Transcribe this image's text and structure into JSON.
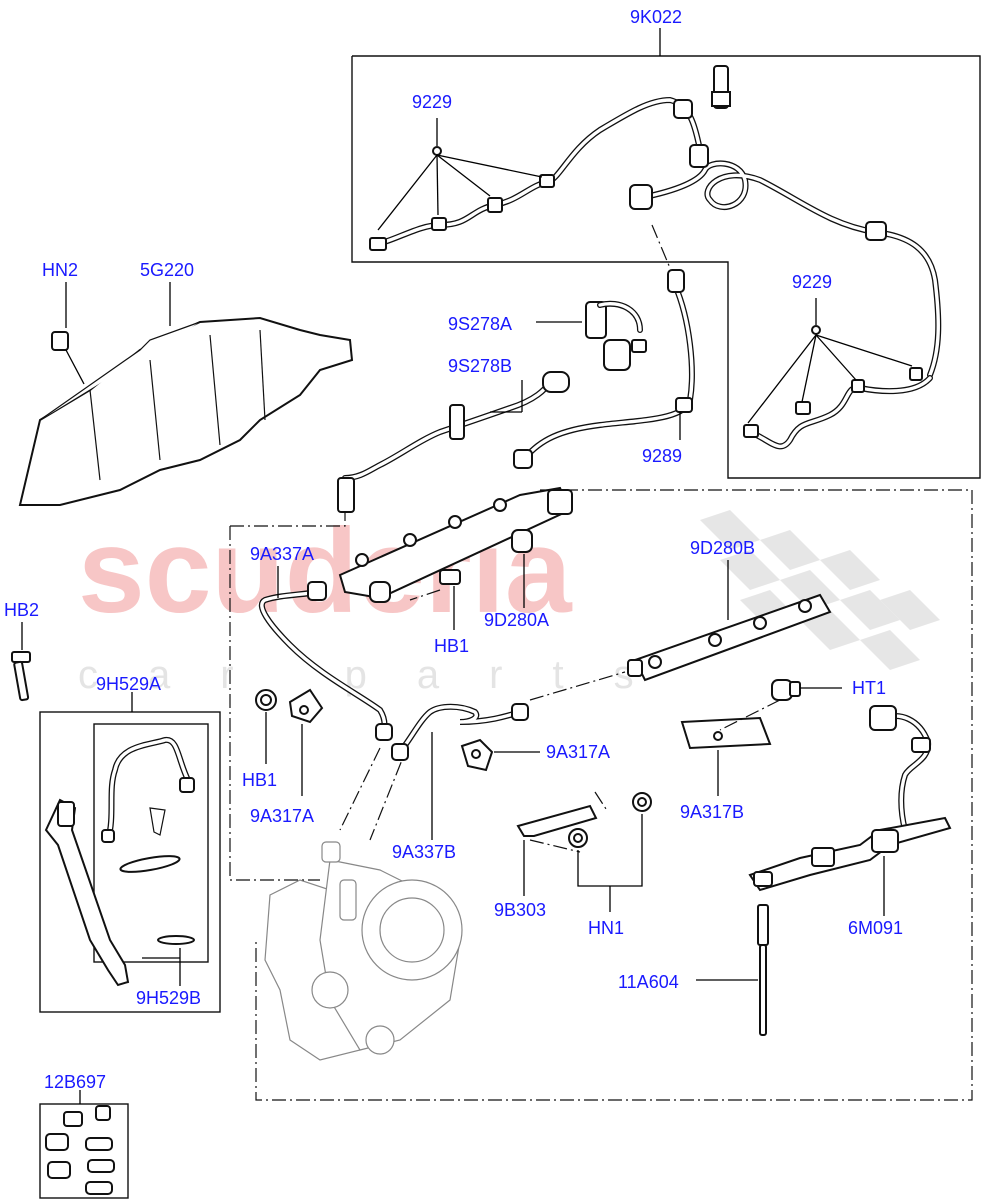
{
  "watermark": {
    "main": "scuderia",
    "sub": "car parts"
  },
  "labels": {
    "kit_9K022": "9K022",
    "clip_9229_a": "9229",
    "clip_9229_b": "9229",
    "bolt_HN2": "HN2",
    "shield_5G220": "5G220",
    "sensor_9S278A": "9S278A",
    "sensor_9S278B": "9S278B",
    "hose_9289": "9289",
    "pipe_9A337A": "9A337A",
    "bolt_HB1_a": "HB1",
    "rail_9D280A": "9D280A",
    "rail_9D280B": "9D280B",
    "bolt_HB2": "HB2",
    "injector_kit_9H529A": "9H529A",
    "bolt_HB1_b": "HB1",
    "clamp_9A317A_a": "9A317A",
    "clamp_9A317A_b": "9A317A",
    "pipe_9A337B": "9A337B",
    "bracket_9B303": "9B303",
    "nut_HN1": "HN1",
    "clamp_9A317B": "9A317B",
    "screw_HT1": "HT1",
    "harness_6M091": "6M091",
    "glowplug_11A604": "11A604",
    "seal_9H529B": "9H529B",
    "kit_12B697": "12B697"
  }
}
